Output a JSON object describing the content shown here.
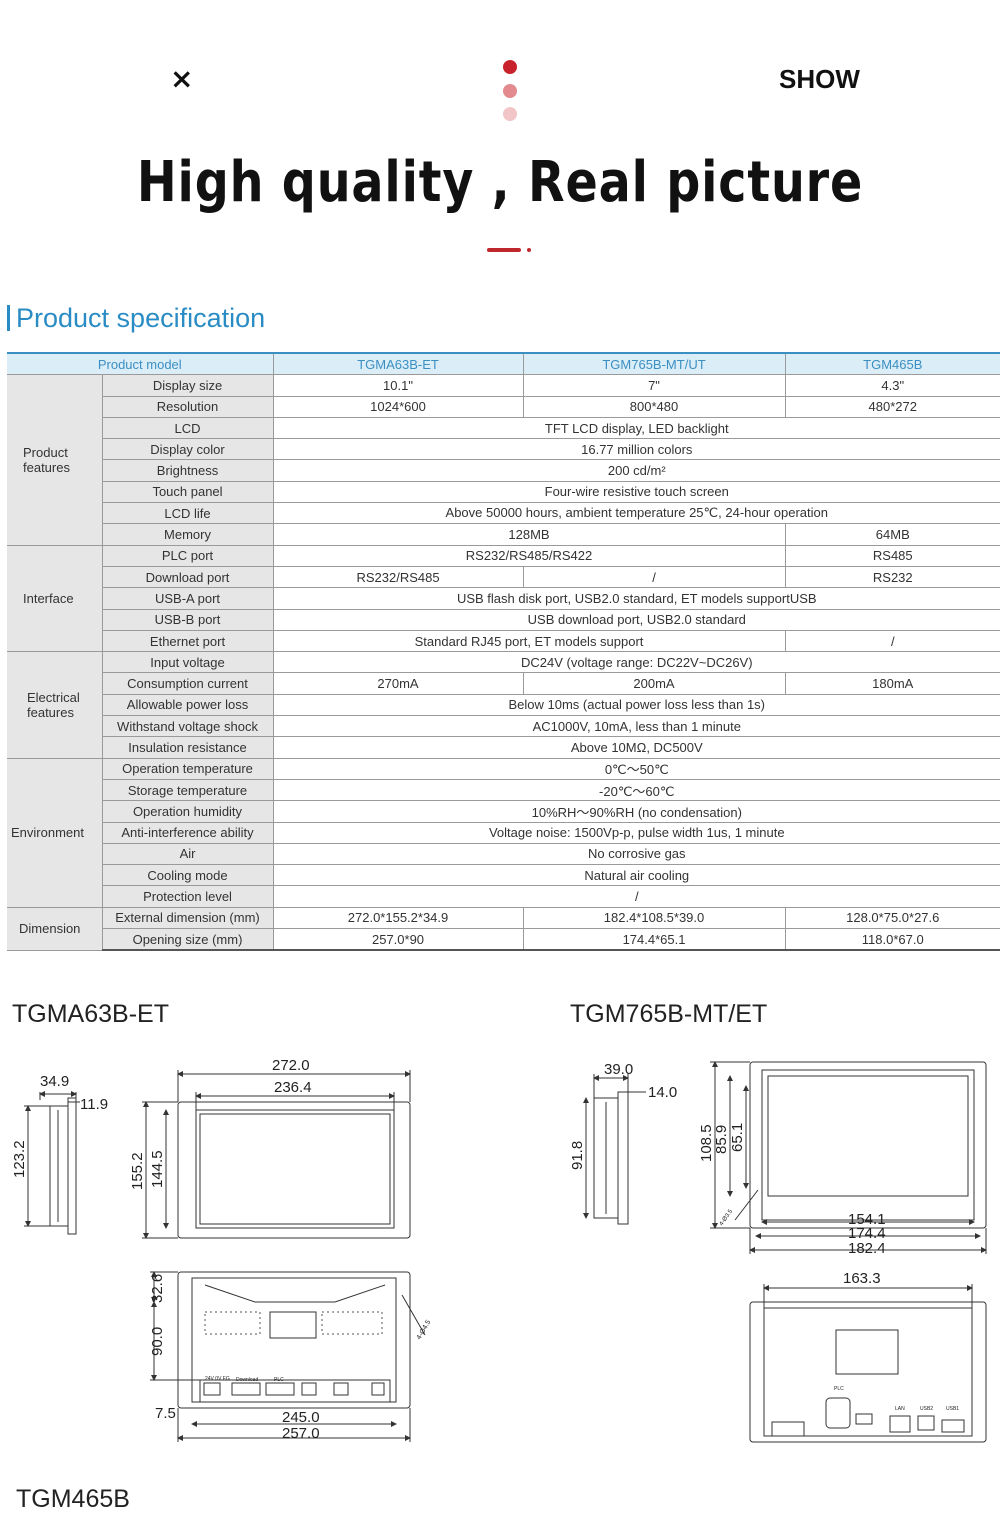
{
  "header": {
    "close_label": "×",
    "show_label": "SHOW",
    "dot_colors": [
      "#c8232c",
      "#e28a8e",
      "#f2c6c8"
    ]
  },
  "title": "High quality , Real picture",
  "spec_heading": "Product specification",
  "table": {
    "header": [
      "Product model",
      "TGMA63B-ET",
      "TGM765B-MT/UT",
      "TGM465B"
    ],
    "groups": {
      "product": "Product features",
      "interface": "Interface",
      "electrical": "Electrical features",
      "environment": "Environment",
      "dimension": "Dimension"
    },
    "rows": {
      "display_size": {
        "label": "Display size",
        "v": [
          "10.1\"",
          "7\"",
          "4.3\""
        ]
      },
      "resolution": {
        "label": "Resolution",
        "v": [
          "1024*600",
          "800*480",
          "480*272"
        ]
      },
      "lcd": {
        "label": "LCD",
        "all": "TFT LCD display, LED backlight"
      },
      "display_color": {
        "label": "Display color",
        "all": "16.77  million colors"
      },
      "brightness": {
        "label": "Brightness",
        "all": "200 cd/m²"
      },
      "touch_panel": {
        "label": "Touch panel",
        "all": "Four-wire resistive touch screen"
      },
      "lcd_life": {
        "label": "LCD life",
        "all": "Above 50000 hours, ambient temperature 25℃, 24-hour operation"
      },
      "memory": {
        "label": "Memory",
        "a": "128MB",
        "b": "64MB"
      },
      "plc_port": {
        "label": "PLC port",
        "a": "RS232/RS485/RS422",
        "b": "RS485"
      },
      "download_port": {
        "label": "Download port",
        "v": [
          "RS232/RS485",
          "/",
          "RS232"
        ]
      },
      "usb_a": {
        "label": "USB-A port",
        "all": "USB flash disk port, USB2.0 standard, ET models supportUSB"
      },
      "usb_b": {
        "label": "USB-B port",
        "all": "USB download port, USB2.0 standard"
      },
      "ethernet": {
        "label": "Ethernet port",
        "a": "Standard RJ45 port, ET models support",
        "b": "/"
      },
      "input_voltage": {
        "label": "Input voltage",
        "all": "DC24V (voltage range: DC22V~DC26V)"
      },
      "consumption": {
        "label": "Consumption current",
        "v": [
          "270mA",
          "200mA",
          "180mA"
        ]
      },
      "power_loss": {
        "label": "Allowable power loss",
        "all": "Below 10ms (actual power loss less than 1s)"
      },
      "voltage_shock": {
        "label": "Withstand voltage shock",
        "all": "AC1000V, 10mA, less than 1 minute"
      },
      "insulation": {
        "label": "Insulation resistance",
        "all": "Above 10MΩ, DC500V"
      },
      "op_temp": {
        "label": "Operation temperature",
        "all": "0℃～50℃"
      },
      "storage_temp": {
        "label": "Storage temperature",
        "all": "-20℃～60℃"
      },
      "op_humidity": {
        "label": "Operation humidity",
        "all": "10%RH～90%RH (no condensation)"
      },
      "anti_interference": {
        "label": "Anti-interference ability",
        "all": "Voltage noise: 1500Vp-p, pulse width 1us, 1 minute"
      },
      "air": {
        "label": "Air",
        "all": "No corrosive gas"
      },
      "cooling": {
        "label": "Cooling mode",
        "all": "Natural air cooling"
      },
      "protection": {
        "label": "Protection level",
        "all": "/"
      },
      "ext_dim": {
        "label": "External dimension (mm)",
        "v": [
          "272.0*155.2*34.9",
          "182.4*108.5*39.0",
          "128.0*75.0*27.6"
        ]
      },
      "opening": {
        "label": "Opening size (mm)",
        "v": [
          "257.0*90",
          "174.4*65.1",
          "118.0*67.0"
        ]
      }
    }
  },
  "drawings": {
    "model1": "TGMA63B-ET",
    "model2": "TGM765B-MT/ET",
    "model3": "TGM465B",
    "d1": {
      "depth": "34.9",
      "bezel": "11.9",
      "height_side": "123.2",
      "width_outer": "272.0",
      "width_inner": "236.4",
      "height_outer": "155.2",
      "height_inner": "144.5",
      "rear_top": "32.6",
      "rear_mid": "90.0",
      "rear_edge": "7.5",
      "rear_w1": "245.0",
      "rear_w2": "257.0",
      "hole": "4-Ø4.5"
    },
    "d2": {
      "depth": "39.0",
      "bezel": "14.0",
      "height_side": "91.8",
      "h1": "108.5",
      "h2": "85.9",
      "h3": "65.1",
      "w1": "154.1",
      "w2": "174.4",
      "w3": "182.4",
      "rear_w": "163.3",
      "hole": "4-Ø3.5"
    },
    "ports": {
      "plc": "PLC",
      "lan": "LAN",
      "usb2": "USB2",
      "usb1": "USB1",
      "power": "24V 0V FG",
      "download": "Download",
      "plc2": "PLC"
    }
  }
}
